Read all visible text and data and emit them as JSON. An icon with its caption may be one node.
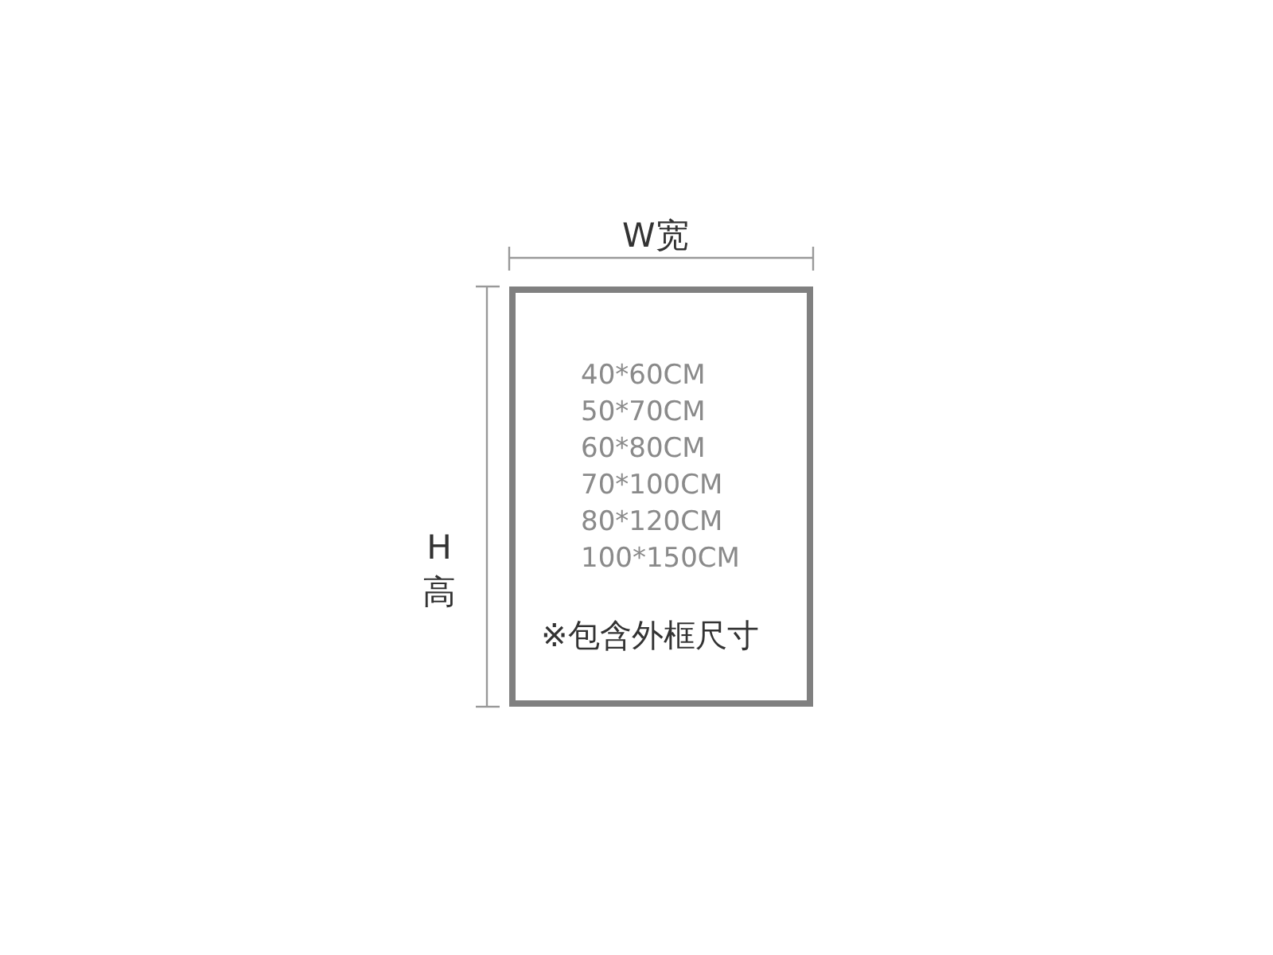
{
  "diagram": {
    "nodes": [
      {
        "text": [
          "40*60CM",
          "50*70CM",
          "60*80CM",
          "70*100CM",
          "80*120CM",
          "100*150CM",
          "※包含外框尺寸"
        ]
      }
    ],
    "edges": [],
    "labels": [
      "W宽",
      "H 高"
    ]
  }
}
